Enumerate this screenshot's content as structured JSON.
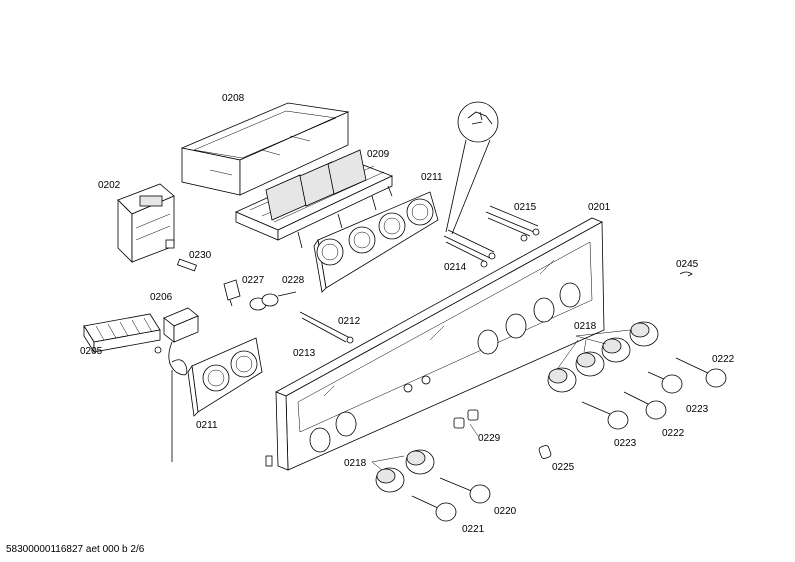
{
  "diagram": {
    "labels": {
      "l0208": "0208",
      "l0209": "0209",
      "l0211a": "0211",
      "l0211b": "0211",
      "l0202": "0202",
      "l0230": "0230",
      "l0215": "0215",
      "l0201": "0201",
      "l0214": "0214",
      "l0245": "0245",
      "l0227": "0227",
      "l0228": "0228",
      "l0206": "0206",
      "l0205": "0205",
      "l0212": "0212",
      "l0213": "0213",
      "l0218a": "0218",
      "l0218b": "0218",
      "l0222a": "0222",
      "l0222b": "0222",
      "l0223a": "0223",
      "l0223b": "0223",
      "l0229": "0229",
      "l0225": "0225",
      "l0220": "0220",
      "l0221": "0221"
    },
    "footer": "58300000116827 aet 000 b 2/6"
  }
}
